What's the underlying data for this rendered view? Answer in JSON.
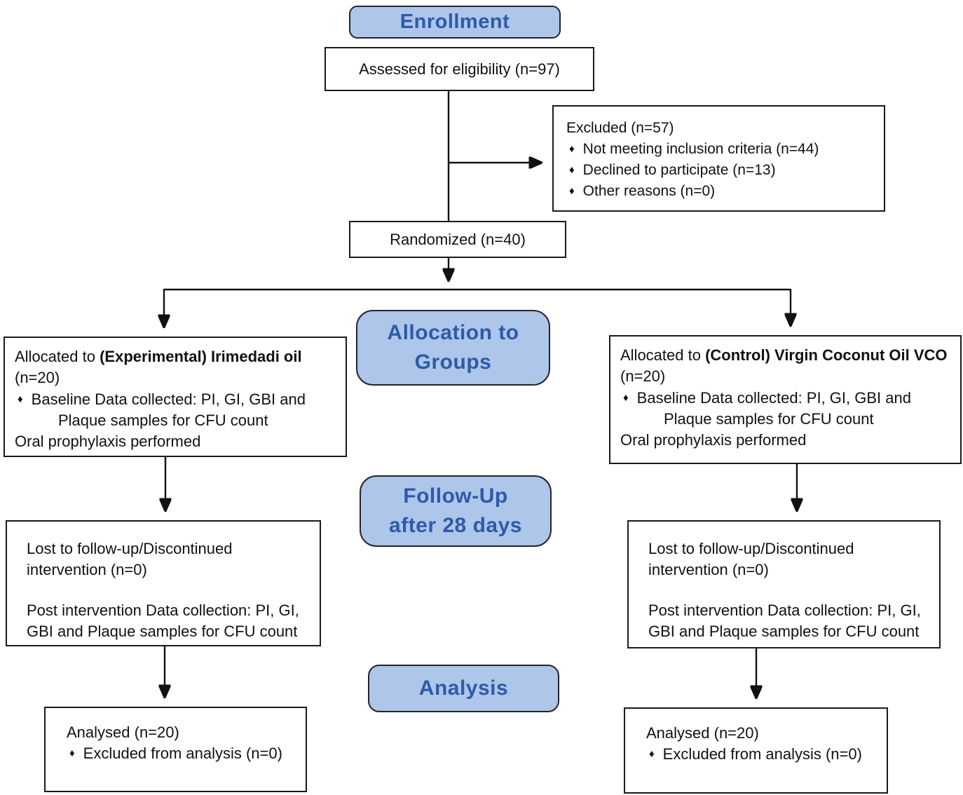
{
  "colors": {
    "banner_fill": "#adc6e9",
    "banner_text": "#2e5aa8",
    "box_border": "#1a1a1a",
    "arrow": "#111111"
  },
  "bullet_char": "♦",
  "enrollment_banner": {
    "label": "Enrollment"
  },
  "assessed": {
    "text": "Assessed for eligibility (n=97)"
  },
  "excluded": {
    "title": "Excluded (n=57)",
    "items": [
      "Not meeting inclusion criteria (n=44)",
      "Declined to participate (n=13)",
      "Other reasons (n=0)"
    ]
  },
  "randomized": {
    "text": "Randomized (n=40)"
  },
  "allocation_banner": {
    "line1": "Allocation to",
    "line2": "Groups"
  },
  "allocation_left": {
    "prefix": "Allocated to ",
    "bold": "(Experimental) Irimedadi oil",
    "suffix": " (n=20)",
    "bullet_line1": "Baseline Data collected: PI, GI, GBI and",
    "bullet_line2": "Plaque samples for CFU count",
    "footer": "Oral prophylaxis performed"
  },
  "allocation_right": {
    "prefix": "Allocated to ",
    "bold": "(Control) Virgin Coconut Oil VCO",
    "suffix": " (n=20)",
    "bullet_line1": "Baseline Data collected: PI, GI, GBI and",
    "bullet_line2": "Plaque samples for CFU count",
    "footer": "Oral prophylaxis performed"
  },
  "followup_banner": {
    "line1": "Follow-Up",
    "line2": "after 28 days"
  },
  "followup_left": {
    "para1": "Lost to follow-up/Discontinued intervention (n=0)",
    "para2": "Post intervention Data collection: PI, GI, GBI and Plaque samples for CFU count"
  },
  "followup_right": {
    "para1": "Lost to follow-up/Discontinued intervention (n=0)",
    "para2": "Post intervention Data collection: PI, GI, GBI and Plaque samples for CFU count"
  },
  "analysis_banner": {
    "label": "Analysis"
  },
  "analysed_left": {
    "title": "Analysed (n=20)",
    "item": "Excluded from analysis (n=0)"
  },
  "analysed_right": {
    "title": "Analysed (n=20)",
    "item": "Excluded from analysis (n=0)"
  }
}
